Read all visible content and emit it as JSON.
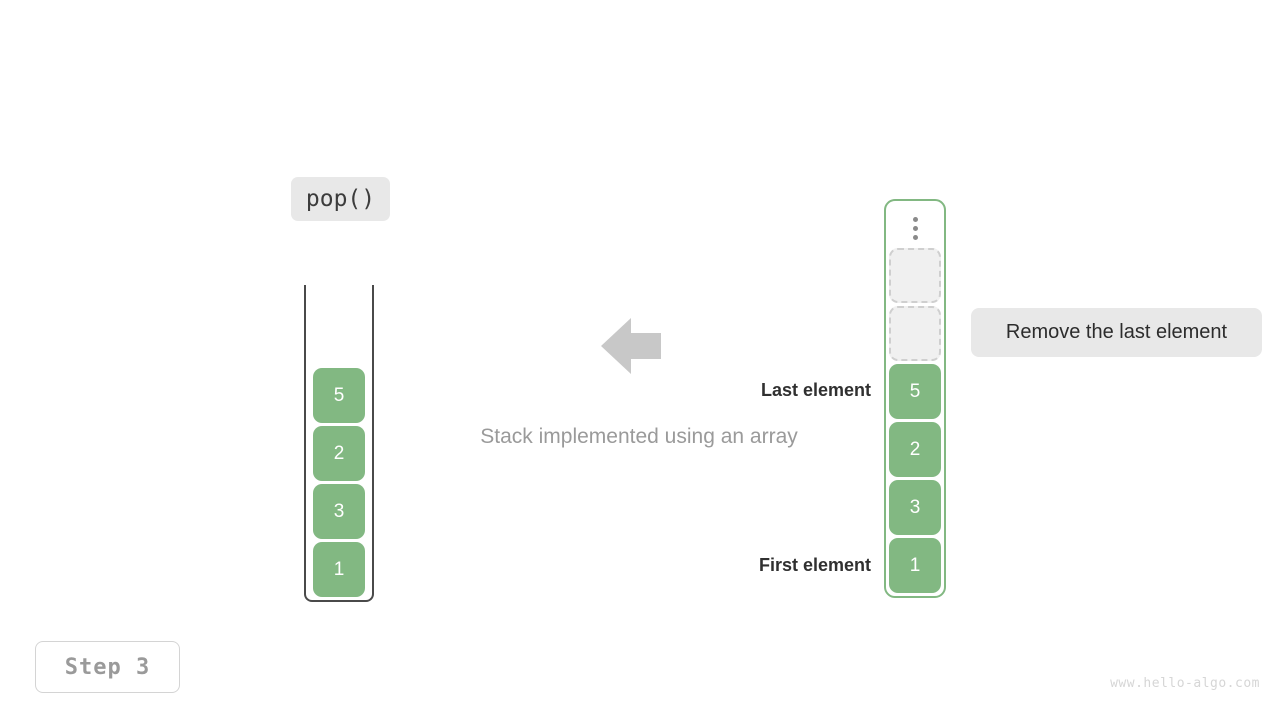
{
  "operation": {
    "label": "pop()"
  },
  "caption": {
    "text": "Stack implemented using an array"
  },
  "stack": {
    "name": "stack",
    "items": [
      {
        "value": "5"
      },
      {
        "value": "2"
      },
      {
        "value": "3"
      },
      {
        "value": "1"
      }
    ]
  },
  "array": {
    "name": "array",
    "overflow_indicator": "vertical-ellipsis",
    "empty_slots": 2,
    "items": [
      {
        "value": "5"
      },
      {
        "value": "2"
      },
      {
        "value": "3"
      },
      {
        "value": "1"
      }
    ]
  },
  "labels": {
    "last_element": "Last element",
    "first_element": "First element"
  },
  "callout": {
    "text": "Remove the last element"
  },
  "arrow": {
    "direction": "left"
  },
  "step": {
    "label": "Step 3"
  },
  "watermark": {
    "text": "www.hello-algo.com"
  },
  "colors": {
    "element_fill": "#82b882",
    "array_border": "#82b882",
    "stack_wall": "#4a4a4a",
    "empty_slot_fill": "#f0f0f0",
    "empty_slot_border": "#cfcfcf",
    "badge_bg": "#e8e8e8",
    "arrow": "#c8c8c8",
    "caption_text": "#9a9a9a",
    "watermark_text": "#d6d6d6"
  }
}
